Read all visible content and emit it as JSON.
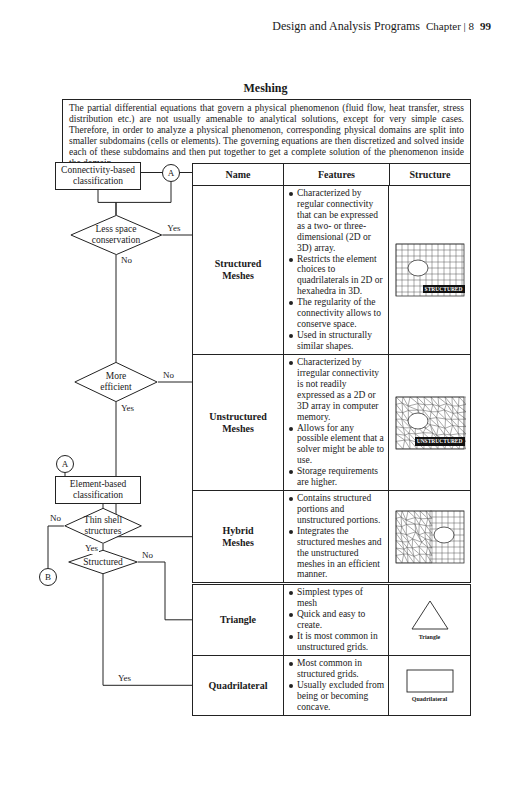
{
  "diagram": {
    "title": "Meshing",
    "nodes": [
      {
        "text": [
          "The partial differential equations that govern a physical phenomenon (fluid flow, heat transfer, stress distribution etc.) are not usually amenable to analytical solutions, except for very simple cases. Therefore, in order to analyze a physical phenomenon, corresponding physical domains are split into smaller subdomains (cells or elements). The governing equations are then discretized and solved inside each of these subdomains and then put together to get a complete solution of the phenomenon inside the domain."
        ]
      },
      {
        "text": [
          "Connectivity-based classification"
        ]
      },
      {
        "text": [
          "A"
        ]
      },
      {
        "text": [
          "Less space conservation"
        ]
      },
      {
        "text": [
          "More efficient"
        ]
      },
      {
        "text": [
          "A"
        ]
      },
      {
        "text": [
          "Element-based classification"
        ]
      },
      {
        "text": [
          "Thin shell structures"
        ]
      },
      {
        "text": [
          "Structured"
        ]
      },
      {
        "text": [
          "B"
        ]
      }
    ],
    "edges": [
      {
        "from": 1,
        "to": 3,
        "arrow": "none"
      },
      {
        "from": 2,
        "to": 3,
        "arrow": "none"
      },
      {
        "from": 3,
        "to": 4,
        "label": "No",
        "arrow": "none"
      },
      {
        "from": 5,
        "to": 6,
        "arrow": "none"
      },
      {
        "from": 6,
        "to": 7,
        "arrow": "none"
      },
      {
        "from": 7,
        "to": 9,
        "label": "No",
        "arrow": "none"
      },
      {
        "from": 7,
        "to": 8,
        "label": "Yes",
        "arrow": "none"
      }
    ],
    "labels": [
      "Design and Analysis Programs",
      "Chapter | 8",
      "99",
      "Name",
      "Features",
      "Structure",
      "Structured Meshes",
      "Characterized by regular connectivity that can be expressed as a two- or three-dimensional (2D or 3D) array.",
      "Restricts the element choices to quadrilaterals in 2D or hexahedra in 3D.",
      "The regularity of the connectivity allows to conserve space.",
      "Used in structurally similar shapes.",
      "STRUCTURED",
      "Unstructured Meshes",
      "Characterized by irregular connectivity is not readily expressed as a 2D or 3D array in computer memory.",
      "Allows for any possible element that a solver might be able to use.",
      "Storage requirements are higher.",
      "UNSTRUCTURED",
      "Hybrid Meshes",
      "Contains structured portions and unstructured portions.",
      "Integrates the structured meshes and the unstructured meshes in an efficient manner.",
      "Triangle",
      "Simplest types of mesh",
      "Quick and easy to create.",
      "It is most common in unstructured grids.",
      "Triangle",
      "Quadrilateral",
      "Most common in structured grids.",
      "Usually excluded from being or becoming concave.",
      "Quadrilateral",
      "Yes",
      "No",
      "Yes",
      "No",
      "Yes"
    ]
  }
}
